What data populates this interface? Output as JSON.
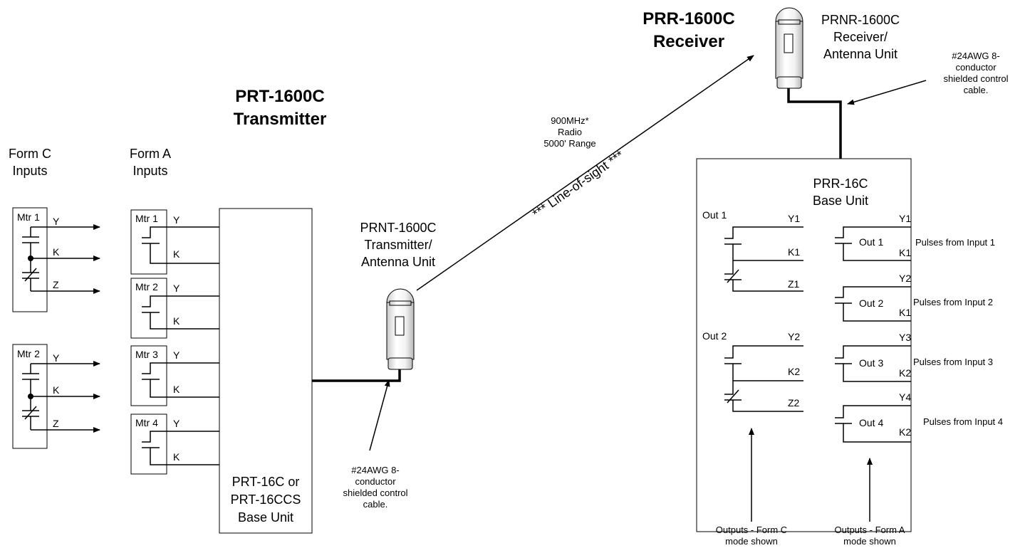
{
  "transmitter": {
    "title_line1": "PRT-1600C",
    "title_line2": "Transmitter"
  },
  "receiver": {
    "title_line1": "PRR-1600C",
    "title_line2": "Receiver"
  },
  "form_c_inputs": {
    "heading_line1": "Form C",
    "heading_line2": "Inputs",
    "meters": [
      {
        "label": "Mtr 1"
      },
      {
        "label": "Mtr 2"
      }
    ],
    "terminals": [
      "Y",
      "K",
      "Z"
    ]
  },
  "form_a_inputs": {
    "heading_line1": "Form A",
    "heading_line2": "Inputs",
    "meters": [
      {
        "label": "Mtr 1"
      },
      {
        "label": "Mtr 2"
      },
      {
        "label": "Mtr 3"
      },
      {
        "label": "Mtr 4"
      }
    ],
    "terminals": [
      "Y",
      "K"
    ]
  },
  "prt_base": {
    "line1": "PRT-16C or",
    "line2": "PRT-16CCS",
    "line3": "Base Unit"
  },
  "prnt": {
    "line1": "PRNT-1600C",
    "line2": "Transmitter/",
    "line3": "Antenna Unit"
  },
  "tx_cable": {
    "line1": "#24AWG 8-",
    "line2": "conductor",
    "line3": "shielded control",
    "line4": "cable."
  },
  "radio": {
    "line1": "900MHz*",
    "line2": "Radio",
    "line3": "5000' Range",
    "los": "*** Line-of-sight ***"
  },
  "prnr": {
    "line1": "PRNR-1600C",
    "line2": "Receiver/",
    "line3": "Antenna Unit"
  },
  "rx_cable": {
    "line1": "#24AWG 8-",
    "line2": "conductor",
    "line3": "shielded control",
    "line4": "cable."
  },
  "prr_base": {
    "line1": "PRR-16C",
    "line2": "Base Unit"
  },
  "form_c_outputs": [
    {
      "name": "Out 1",
      "y": "Y1",
      "k": "K1",
      "z": "Z1"
    },
    {
      "name": "Out 2",
      "y": "Y2",
      "k": "K2",
      "z": "Z2"
    }
  ],
  "form_a_outputs": [
    {
      "name": "Out 1",
      "y": "Y1",
      "k": "K1",
      "pulses": "Pulses from Input 1"
    },
    {
      "name": "Out 2",
      "y": "Y2",
      "k": "K1",
      "pulses": "Pulses from Input 2"
    },
    {
      "name": "Out 3",
      "y": "Y3",
      "k": "K2",
      "pulses": "Pulses from Input 3"
    },
    {
      "name": "Out 4",
      "y": "Y4",
      "k": "K2",
      "pulses": "Pulses from Input 4"
    }
  ],
  "captions": {
    "form_c": {
      "line1": "Outputs - Form C",
      "line2": "mode shown"
    },
    "form_a": {
      "line1": "Outputs - Form A",
      "line2": "mode shown"
    }
  }
}
